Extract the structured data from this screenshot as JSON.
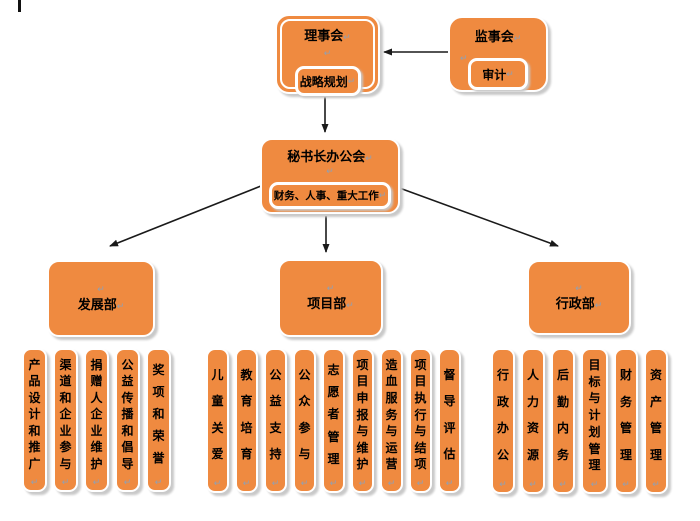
{
  "colors": {
    "box_fill": "#EF8A40",
    "arrow": "#1A1A1A",
    "shadow": "#C9C9C9",
    "mark": "#8FA0B5",
    "page_bg": "#FFFFFF"
  },
  "glyphs": {
    "return_mark": "↵"
  },
  "nodes": {
    "board": {
      "title": "理事会",
      "sub": "战略规划"
    },
    "supervisory": {
      "title": "监事会",
      "sub": "审计"
    },
    "secretary": {
      "title": "秘书长办公会",
      "sub": "财务、人事、重大工作"
    }
  },
  "departments": [
    {
      "title": "发展部",
      "functions": [
        "产品设计和推广",
        "渠道和企业参与",
        "捐赠人企业维护",
        "公益传播和倡导",
        "奖项和荣誉"
      ]
    },
    {
      "title": "项目部",
      "functions": [
        "儿童关爱",
        "教育培育",
        "公益支持",
        "公众参与",
        "志愿者管理",
        "项目申报与维护",
        "造血服务与运营",
        "项目执行与结项",
        "督导评估"
      ]
    },
    {
      "title": "行政部",
      "functions": [
        "行政办公",
        "人力资源",
        "后勤内务",
        "目标与计划管理",
        "财务管理",
        "资产管理"
      ]
    }
  ]
}
